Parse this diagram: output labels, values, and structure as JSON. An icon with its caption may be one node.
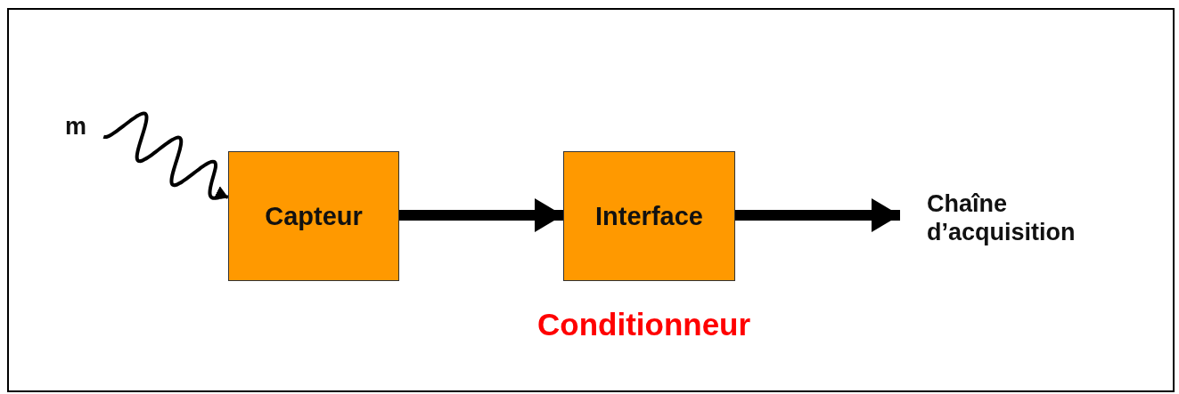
{
  "diagram": {
    "nodes": [
      {
        "text": [
          "m"
        ]
      },
      {
        "text": [
          "Capteur"
        ]
      },
      {
        "text": [
          "Interface"
        ]
      },
      {
        "text": [
          "Chaîne d’acquisition"
        ]
      }
    ],
    "edges": [
      {
        "from": 0,
        "to": 1,
        "arrow": "to"
      },
      {
        "from": 1,
        "to": 2,
        "arrow": "to"
      },
      {
        "from": 2,
        "to": 3,
        "arrow": "to"
      }
    ],
    "labels": [
      "Conditionneur"
    ]
  }
}
